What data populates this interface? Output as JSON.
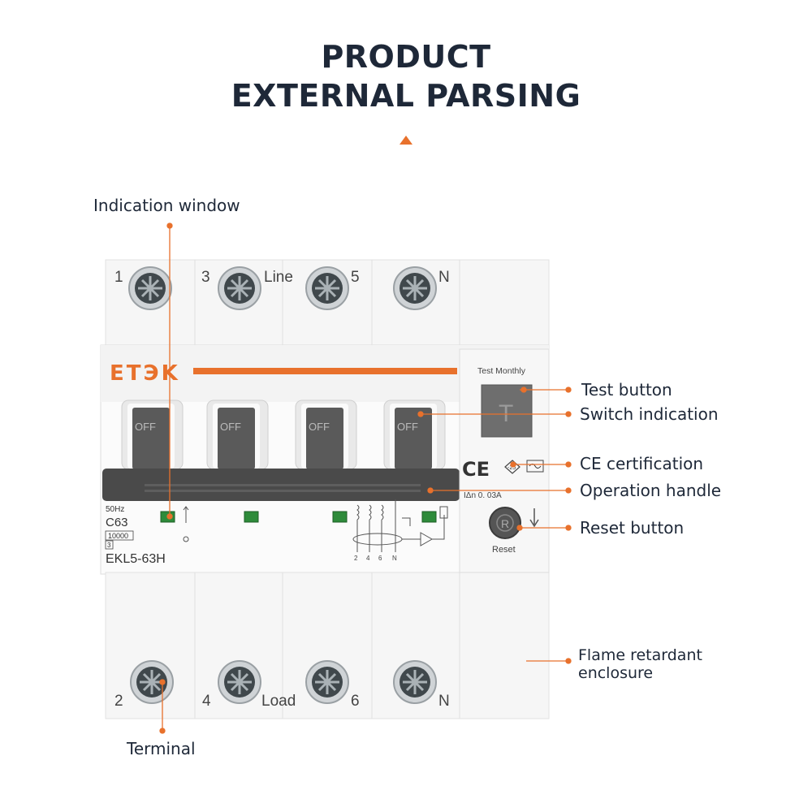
{
  "header": {
    "title_line1": "PRODUCT",
    "title_line2": "EXTERNAL PARSING"
  },
  "callouts": {
    "indication_window": "Indication window",
    "test_button": "Test button",
    "switch_indication": "Switch indication",
    "ce_certification": "CE certification",
    "operation_handle": "Operation handle",
    "reset_button": "Reset button",
    "flame_line1": "Flame retardant",
    "flame_line2": "enclosure",
    "terminal": "Terminal"
  },
  "device": {
    "brand": "ETЭK",
    "top_terminals": [
      "1",
      "3",
      "5",
      "N"
    ],
    "line_label": "Line",
    "bottom_terminals": [
      "2",
      "4",
      "6",
      "N"
    ],
    "load_label": "Load",
    "switch_text": "OFF",
    "test_monthly": "Test Monthly",
    "test_letter": "T",
    "reset_letter": "R",
    "reset_label": "Reset",
    "freq": "50Hz",
    "rating": "C63",
    "breaking": "10000",
    "class": "3",
    "model": "EKL5-63H",
    "sensitivity": "IΔn 0. 03A",
    "ce_mark": "CE",
    "temp_mark": "-25",
    "wiring_labels": [
      "2",
      "4",
      "6",
      "N"
    ]
  },
  "colors": {
    "accent": "#e8712c",
    "title": "#1e2838",
    "handle": "#4a4a4a",
    "window_green": "#2e8b3a"
  }
}
